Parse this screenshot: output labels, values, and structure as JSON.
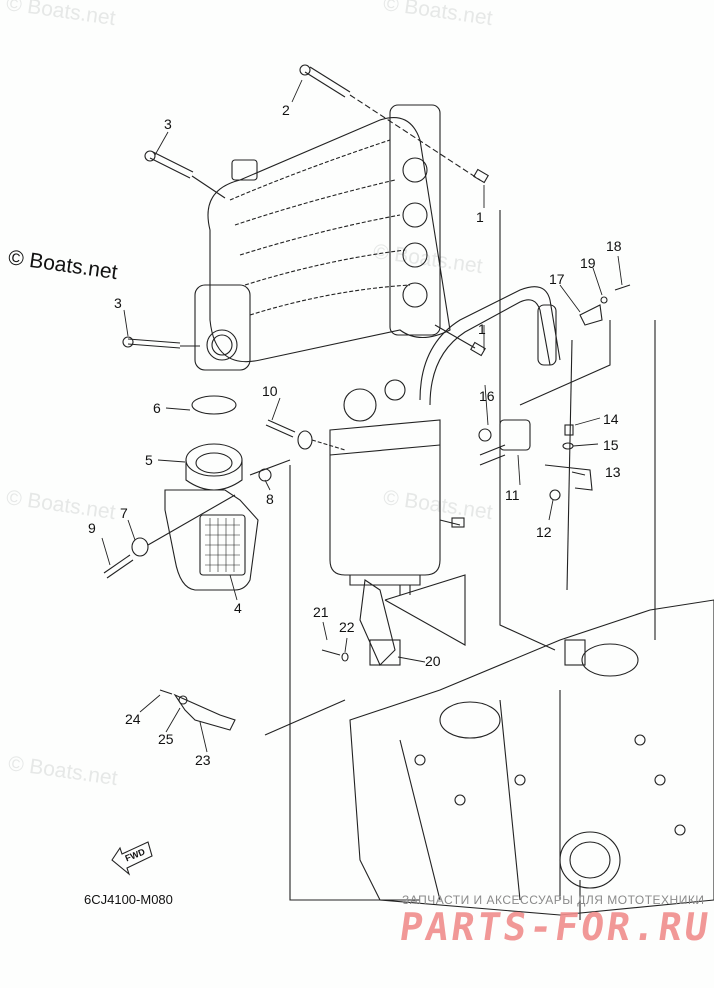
{
  "diagram": {
    "title_code": "6CJ4100-M080",
    "fwd_label": "FWD",
    "watermarks": {
      "boats": "© Boats.net",
      "ru_subtitle": "ЗАПЧАСТИ И АКСЕССУАРЫ ДЛЯ МОТОТЕХНИКИ",
      "ru_brand": "PARTS-FOR.RU"
    },
    "callouts": [
      "1",
      "1",
      "2",
      "3",
      "3",
      "4",
      "5",
      "6",
      "7",
      "8",
      "9",
      "10",
      "11",
      "12",
      "13",
      "14",
      "15",
      "16",
      "17",
      "18",
      "19",
      "20",
      "21",
      "22",
      "23",
      "24",
      "25"
    ],
    "colors": {
      "line": "#222222",
      "watermark": "#e4e6e5",
      "brand": "#f08d8d"
    }
  }
}
